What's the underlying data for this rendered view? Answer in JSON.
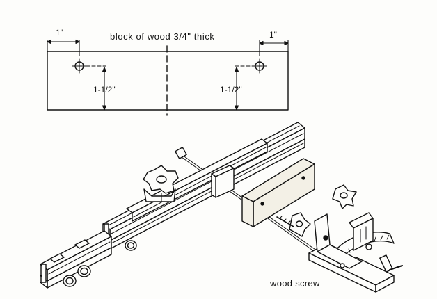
{
  "labels": {
    "title": "block of wood 3/4\" thick",
    "left_width": "1\"",
    "right_width": "1\"",
    "left_height": "1-1/2\"",
    "right_height": "1-1/2\"",
    "wood_screw": "wood screw"
  },
  "colors": {
    "ink": "#111111",
    "paper": "#fdfdfb",
    "wood": "#f3f0e6"
  }
}
